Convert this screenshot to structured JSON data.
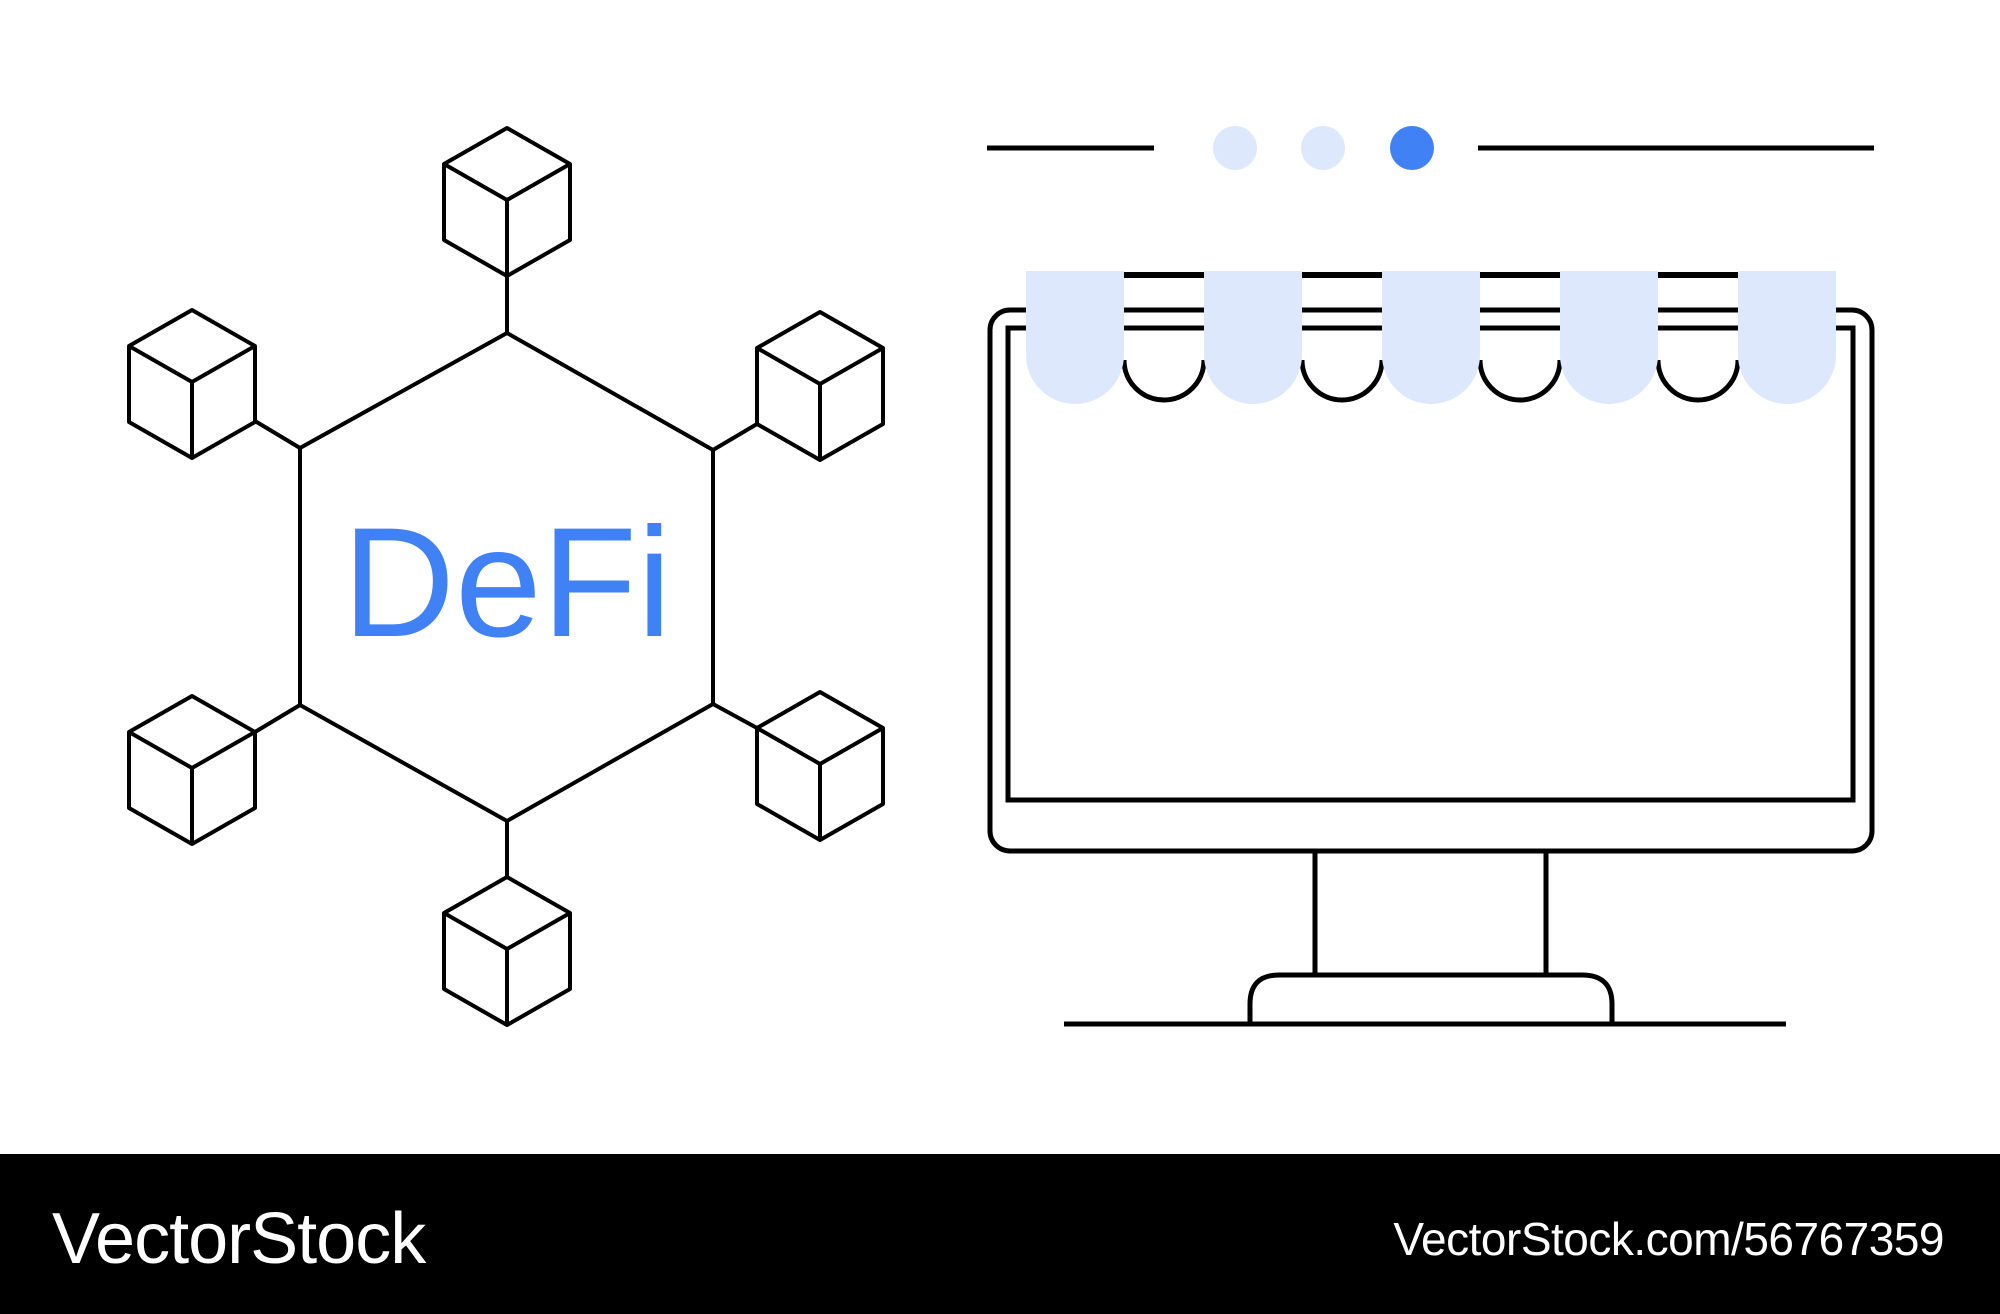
{
  "illustration": {
    "hexagon_label": "DeFi",
    "cube_icons": [
      "cube-icon",
      "cube-icon",
      "cube-icon",
      "cube-icon",
      "cube-icon",
      "cube-icon"
    ],
    "carousel_dots": {
      "count": 3,
      "active_index": 2
    },
    "monitor_icon": "storefront-monitor-icon"
  },
  "footer": {
    "brand": "VectorStock",
    "image_url": "VectorStock.com/56767359"
  },
  "colors": {
    "accent_blue": "#4181F6",
    "light_blue": "#DEE8FC",
    "stroke": "#000000",
    "footer_bg": "#000000",
    "footer_text": "#FFFFFF"
  }
}
